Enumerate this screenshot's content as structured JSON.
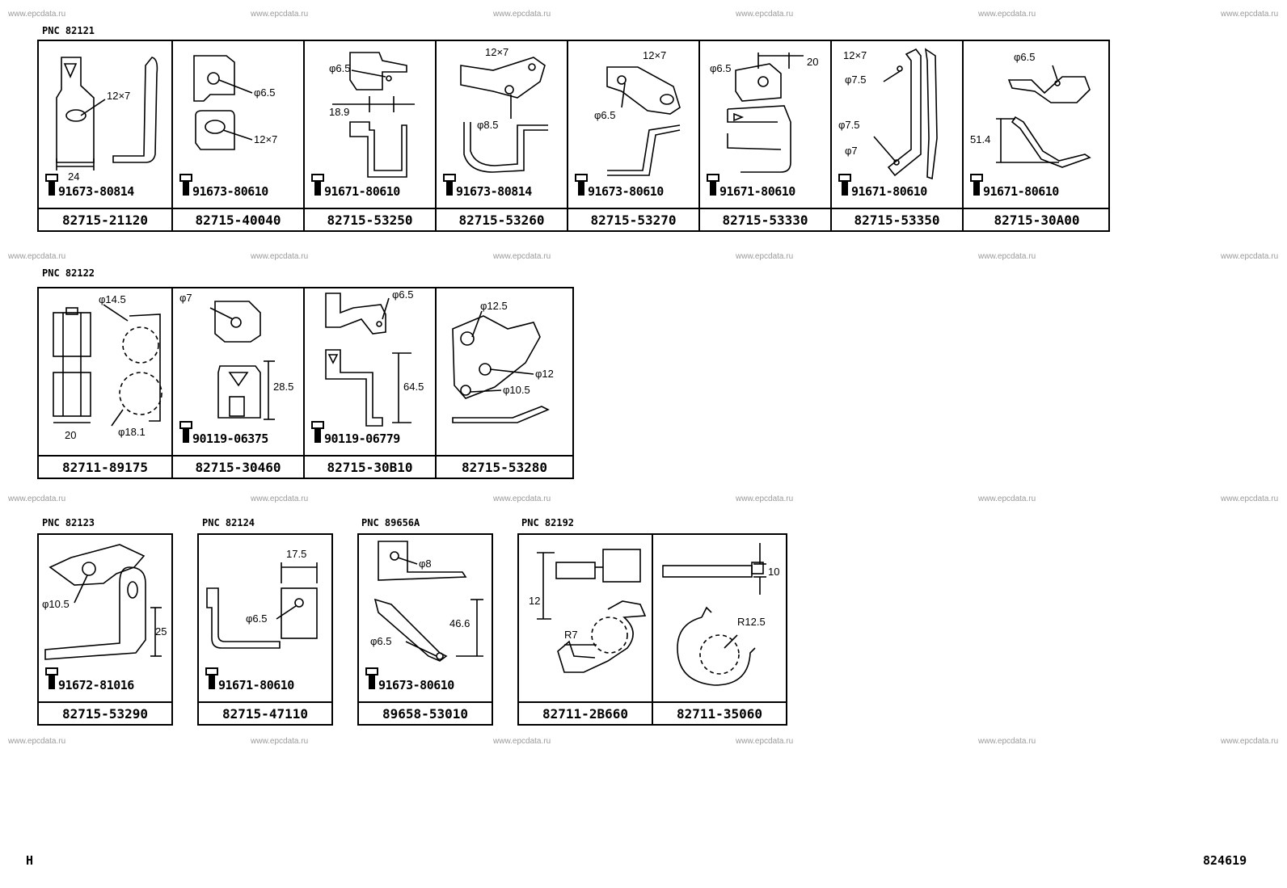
{
  "watermark": "www.epcdata.ru",
  "groups": [
    {
      "pnc": "PNC 82121",
      "cells": [
        {
          "bolt": "91673-80814",
          "part": "82715-21120",
          "dims": [
            "12×7",
            "24"
          ]
        },
        {
          "bolt": "91673-80610",
          "part": "82715-40040",
          "dims": [
            "φ6.5",
            "12×7"
          ]
        },
        {
          "bolt": "91671-80610",
          "part": "82715-53250",
          "dims": [
            "φ6.5",
            "18.9"
          ]
        },
        {
          "bolt": "91673-80814",
          "part": "82715-53260",
          "dims": [
            "12×7",
            "φ8.5"
          ]
        },
        {
          "bolt": "91673-80610",
          "part": "82715-53270",
          "dims": [
            "12×7",
            "φ6.5"
          ]
        },
        {
          "bolt": "91671-80610",
          "part": "82715-53330",
          "dims": [
            "φ6.5",
            "20"
          ]
        },
        {
          "bolt": "91671-80610",
          "part": "82715-53350",
          "dims": [
            "12×7",
            "φ7.5",
            "φ7.5",
            "φ7"
          ]
        },
        {
          "bolt": "91671-80610",
          "part": "82715-30A00",
          "dims": [
            "φ6.5",
            "51.4"
          ]
        }
      ]
    },
    {
      "pnc": "PNC 82122",
      "cells": [
        {
          "bolt": "",
          "part": "82711-89175",
          "dims": [
            "φ14.5",
            "20",
            "φ18.1"
          ]
        },
        {
          "bolt": "90119-06375",
          "part": "82715-30460",
          "dims": [
            "φ7",
            "28.5"
          ]
        },
        {
          "bolt": "90119-06779",
          "part": "82715-30B10",
          "dims": [
            "φ6.5",
            "64.5"
          ]
        },
        {
          "bolt": "",
          "part": "82715-53280",
          "dims": [
            "φ12.5",
            "φ12",
            "φ10.5"
          ]
        }
      ]
    },
    {
      "pnc": "PNC 82123",
      "cells": [
        {
          "bolt": "91672-81016",
          "part": "82715-53290",
          "dims": [
            "φ10.5",
            "25"
          ]
        }
      ]
    },
    {
      "pnc": "PNC 82124",
      "cells": [
        {
          "bolt": "91671-80610",
          "part": "82715-47110",
          "dims": [
            "17.5",
            "φ6.5"
          ]
        }
      ]
    },
    {
      "pnc": "PNC 89656A",
      "cells": [
        {
          "bolt": "91673-80610",
          "part": "89658-53010",
          "dims": [
            "φ8",
            "46.6",
            "φ6.5"
          ]
        }
      ]
    },
    {
      "pnc": "PNC 82192",
      "cells": [
        {
          "bolt": "",
          "part": "82711-2B660",
          "dims": [
            "12",
            "R7"
          ]
        },
        {
          "bolt": "",
          "part": "82711-35060",
          "dims": [
            "10",
            "R12.5"
          ]
        }
      ]
    }
  ],
  "footer": {
    "left": "H",
    "right": "824619"
  }
}
